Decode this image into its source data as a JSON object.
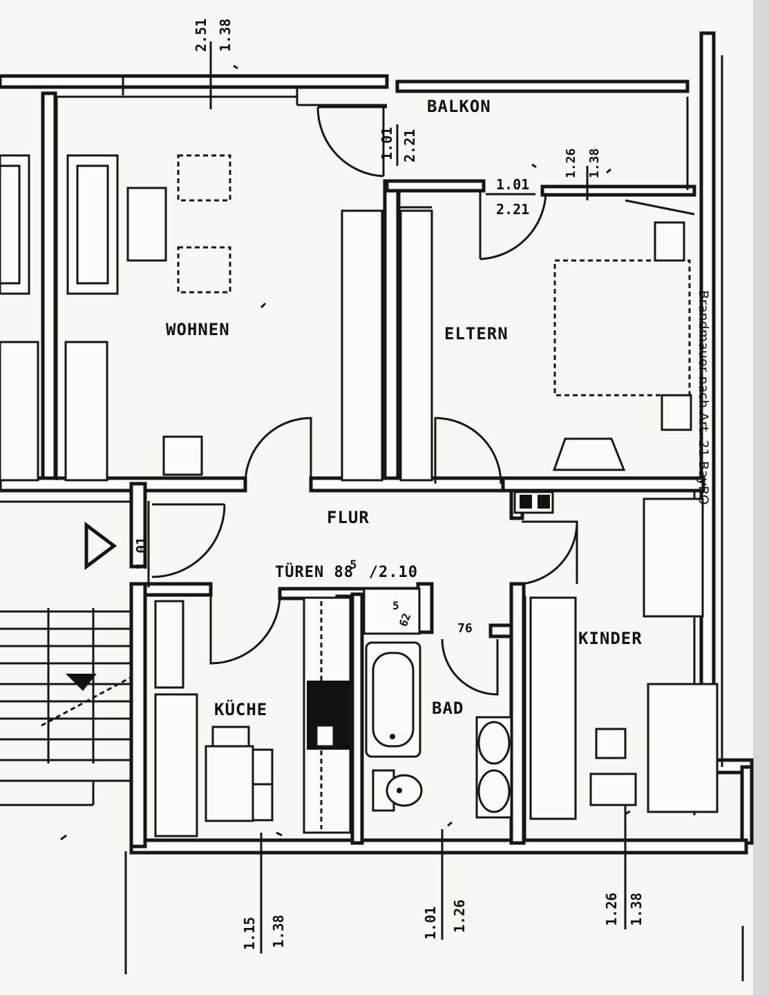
{
  "rooms": {
    "balkon": "BALKON",
    "wohnen": "WOHNEN",
    "eltern": "ELTERN",
    "flur": "FLUR",
    "kinder": "KINDER",
    "kueche": "KÜCHE",
    "bad": "BAD"
  },
  "doors_note": {
    "prefix": "TÜREN",
    "overwritten": "88",
    "superscript": "5",
    "suffix": "/2.10"
  },
  "dimensions": {
    "top_wohnen": {
      "upper": "2.51",
      "lower": "1.38"
    },
    "balkon_door": {
      "upper": "1.01",
      "lower": "2.21"
    },
    "eltern_door": {
      "upper": "1.01",
      "lower": "2.21"
    },
    "eltern_window": {
      "upper": "1.26",
      "lower": "1.38"
    },
    "entrance": "1.01",
    "niche": {
      "depth": "62",
      "width": "5"
    },
    "bad_door": "76",
    "kueche_window": {
      "upper": "1.15",
      "lower": "1.38"
    },
    "bad_window": {
      "upper": "1.01",
      "lower": "1.26"
    },
    "kinder_window": {
      "upper": "1.26",
      "lower": "1.38"
    }
  },
  "side_note": "Brandmauer nach Art. 21 BayBO"
}
